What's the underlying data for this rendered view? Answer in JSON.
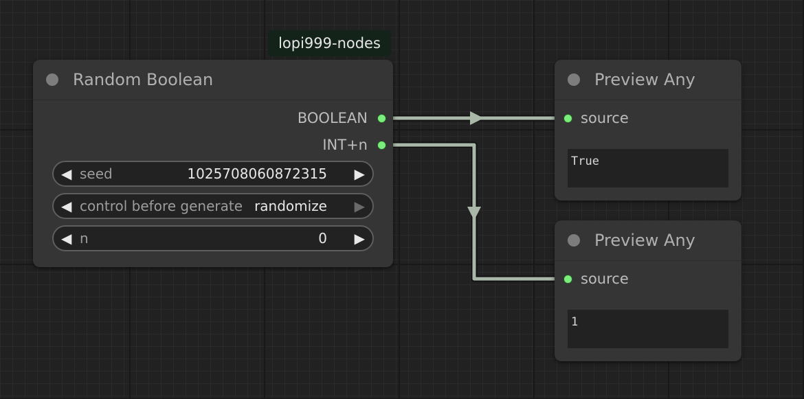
{
  "group_badge": "lopi999-nodes",
  "random_boolean": {
    "title": "Random Boolean",
    "outputs": [
      {
        "label": "BOOLEAN"
      },
      {
        "label": "INT+n"
      }
    ],
    "widgets": {
      "seed": {
        "label": "seed",
        "value": "1025708060872315"
      },
      "control": {
        "label": "control before generate",
        "value": "randomize"
      },
      "n": {
        "label": "n",
        "value": "0"
      }
    }
  },
  "preview_top": {
    "title": "Preview Any",
    "input_label": "source",
    "output_text": "True"
  },
  "preview_bottom": {
    "title": "Preview Any",
    "input_label": "source",
    "output_text": "1"
  },
  "icons": {
    "left_arrow": "◀",
    "right_arrow": "▶"
  },
  "colors": {
    "socket": "#7aee7a",
    "link": "#a9b8a9",
    "node_bg": "#353535",
    "canvas_bg": "#212121",
    "badge_bg": "#13231a"
  }
}
